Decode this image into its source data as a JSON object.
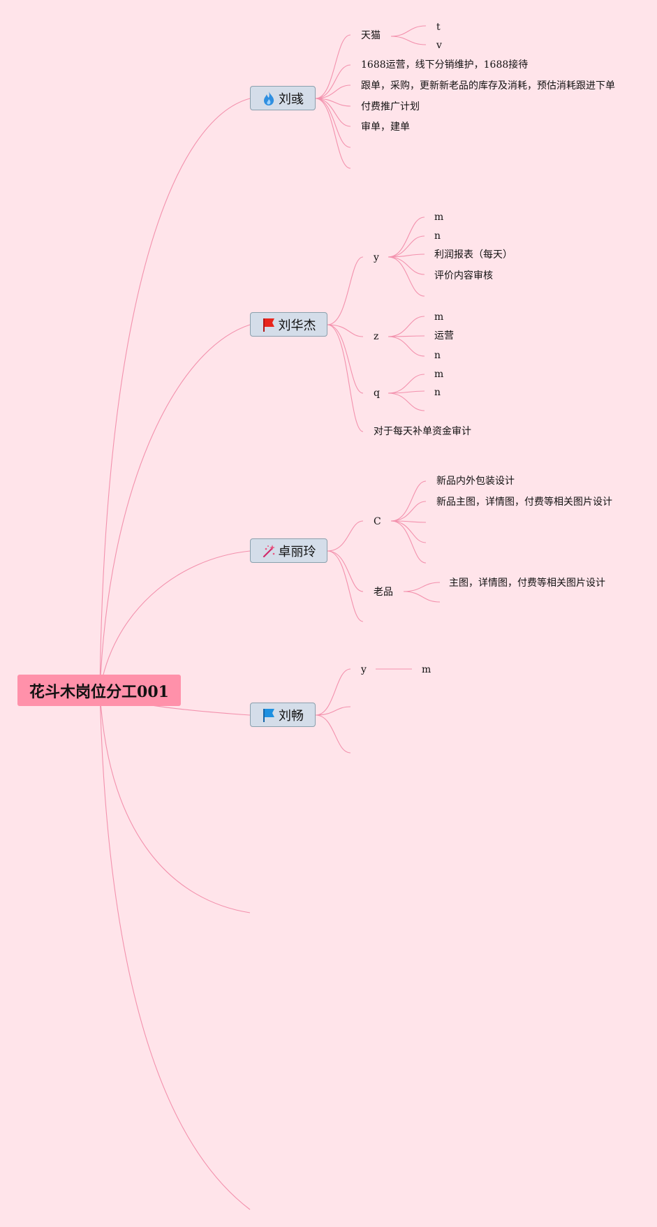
{
  "root": {
    "label": "花斗木岗位分工001"
  },
  "branches": [
    {
      "name": "刘彧",
      "icon": "fire-icon",
      "children": [
        {
          "label": "天猫",
          "children": [
            "t",
            "v"
          ]
        },
        {
          "label": "1688运营，线下分销维护，1688接待"
        },
        {
          "label": "跟单，采购，更新新老品的库存及消耗，预估消耗跟进下单"
        },
        {
          "label": "付费推广计划"
        },
        {
          "label": "审单，建单"
        },
        {
          "label": ""
        },
        {
          "label": ""
        }
      ]
    },
    {
      "name": "刘华杰",
      "icon": "red-flag-icon",
      "children": [
        {
          "label": "y",
          "children": [
            "m",
            "n",
            "利润报表（每天）",
            "评价内容审核",
            ""
          ]
        },
        {
          "label": "z",
          "children": [
            "m",
            "运营",
            "n"
          ]
        },
        {
          "label": "q",
          "children": [
            "m",
            "n",
            ""
          ]
        },
        {
          "label": "对于每天补单资金审计"
        }
      ]
    },
    {
      "name": "卓丽玲",
      "icon": "magic-wand-icon",
      "children": [
        {
          "label": "C",
          "children": [
            "新品内外包装设计",
            "新品主图，详情图，付费等相关图片设计",
            "",
            "",
            ""
          ]
        },
        {
          "label": "老品",
          "children": [
            "主图，详情图，付费等相关图片设计",
            ""
          ]
        },
        {
          "label": ""
        }
      ]
    },
    {
      "name": "刘畅",
      "icon": "blue-flag-icon",
      "children": [
        {
          "label": "y",
          "children": [
            "m"
          ]
        },
        {
          "label": ""
        },
        {
          "label": ""
        }
      ]
    },
    {
      "name": "",
      "icon": "",
      "children": []
    },
    {
      "name": "",
      "icon": "",
      "children": []
    }
  ],
  "colors": {
    "background": "#ffe4ea",
    "link": "#f391ad",
    "root_fill": "#ff91aa",
    "branch_fill": "#d4dde9",
    "branch_border": "#8aa0ad"
  }
}
